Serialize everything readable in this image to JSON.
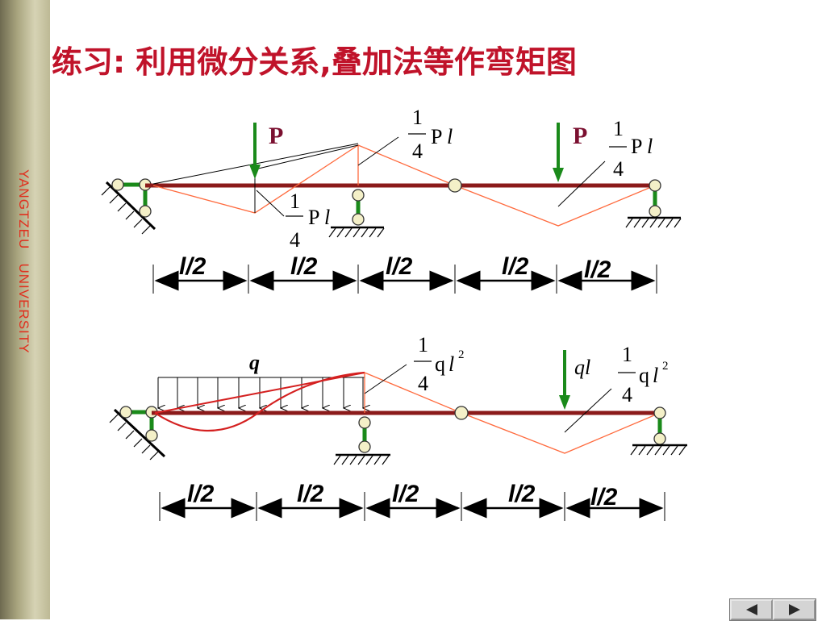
{
  "slide": {
    "title": "练习: 利用微分关系,叠加法等作弯矩图",
    "university": "YANGTZEU   UNIVERSITY"
  },
  "colors": {
    "title": "#c0132a",
    "beam": "#8b1a1a",
    "moment_line": "#ff6a3d",
    "support_green": "#1a8a1a",
    "hinge_fill": "#f4f0c8",
    "label_p": "#7b1030",
    "force_arrow": "#1a8a1a"
  },
  "diagram_top": {
    "load_left": "P",
    "load_right": "P",
    "moment_top": {
      "num": "1",
      "den": "4",
      "sym": "P",
      "var": "l"
    },
    "moment_bottom": {
      "num": "1",
      "den": "4",
      "sym": "P",
      "var": "l"
    },
    "moment_right": {
      "num": "1",
      "den": "4",
      "sym": "P",
      "var": "l"
    },
    "dims": [
      "l/2",
      "l/2",
      "l/2",
      "l/2",
      "l/2"
    ]
  },
  "diagram_bottom": {
    "distributed_load": "q",
    "point_load": "ql",
    "moment_mid": {
      "num": "1",
      "den": "4",
      "sym": "q",
      "var": "l",
      "exp": "2"
    },
    "moment_right": {
      "num": "1",
      "den": "4",
      "sym": "q",
      "var": "l",
      "exp": "2"
    },
    "dims": [
      "l/2",
      "l/2",
      "l/2",
      "l/2",
      "l/2"
    ]
  },
  "nav": {
    "prev_icon": "triangle-left-icon",
    "next_icon": "triangle-right-icon"
  }
}
